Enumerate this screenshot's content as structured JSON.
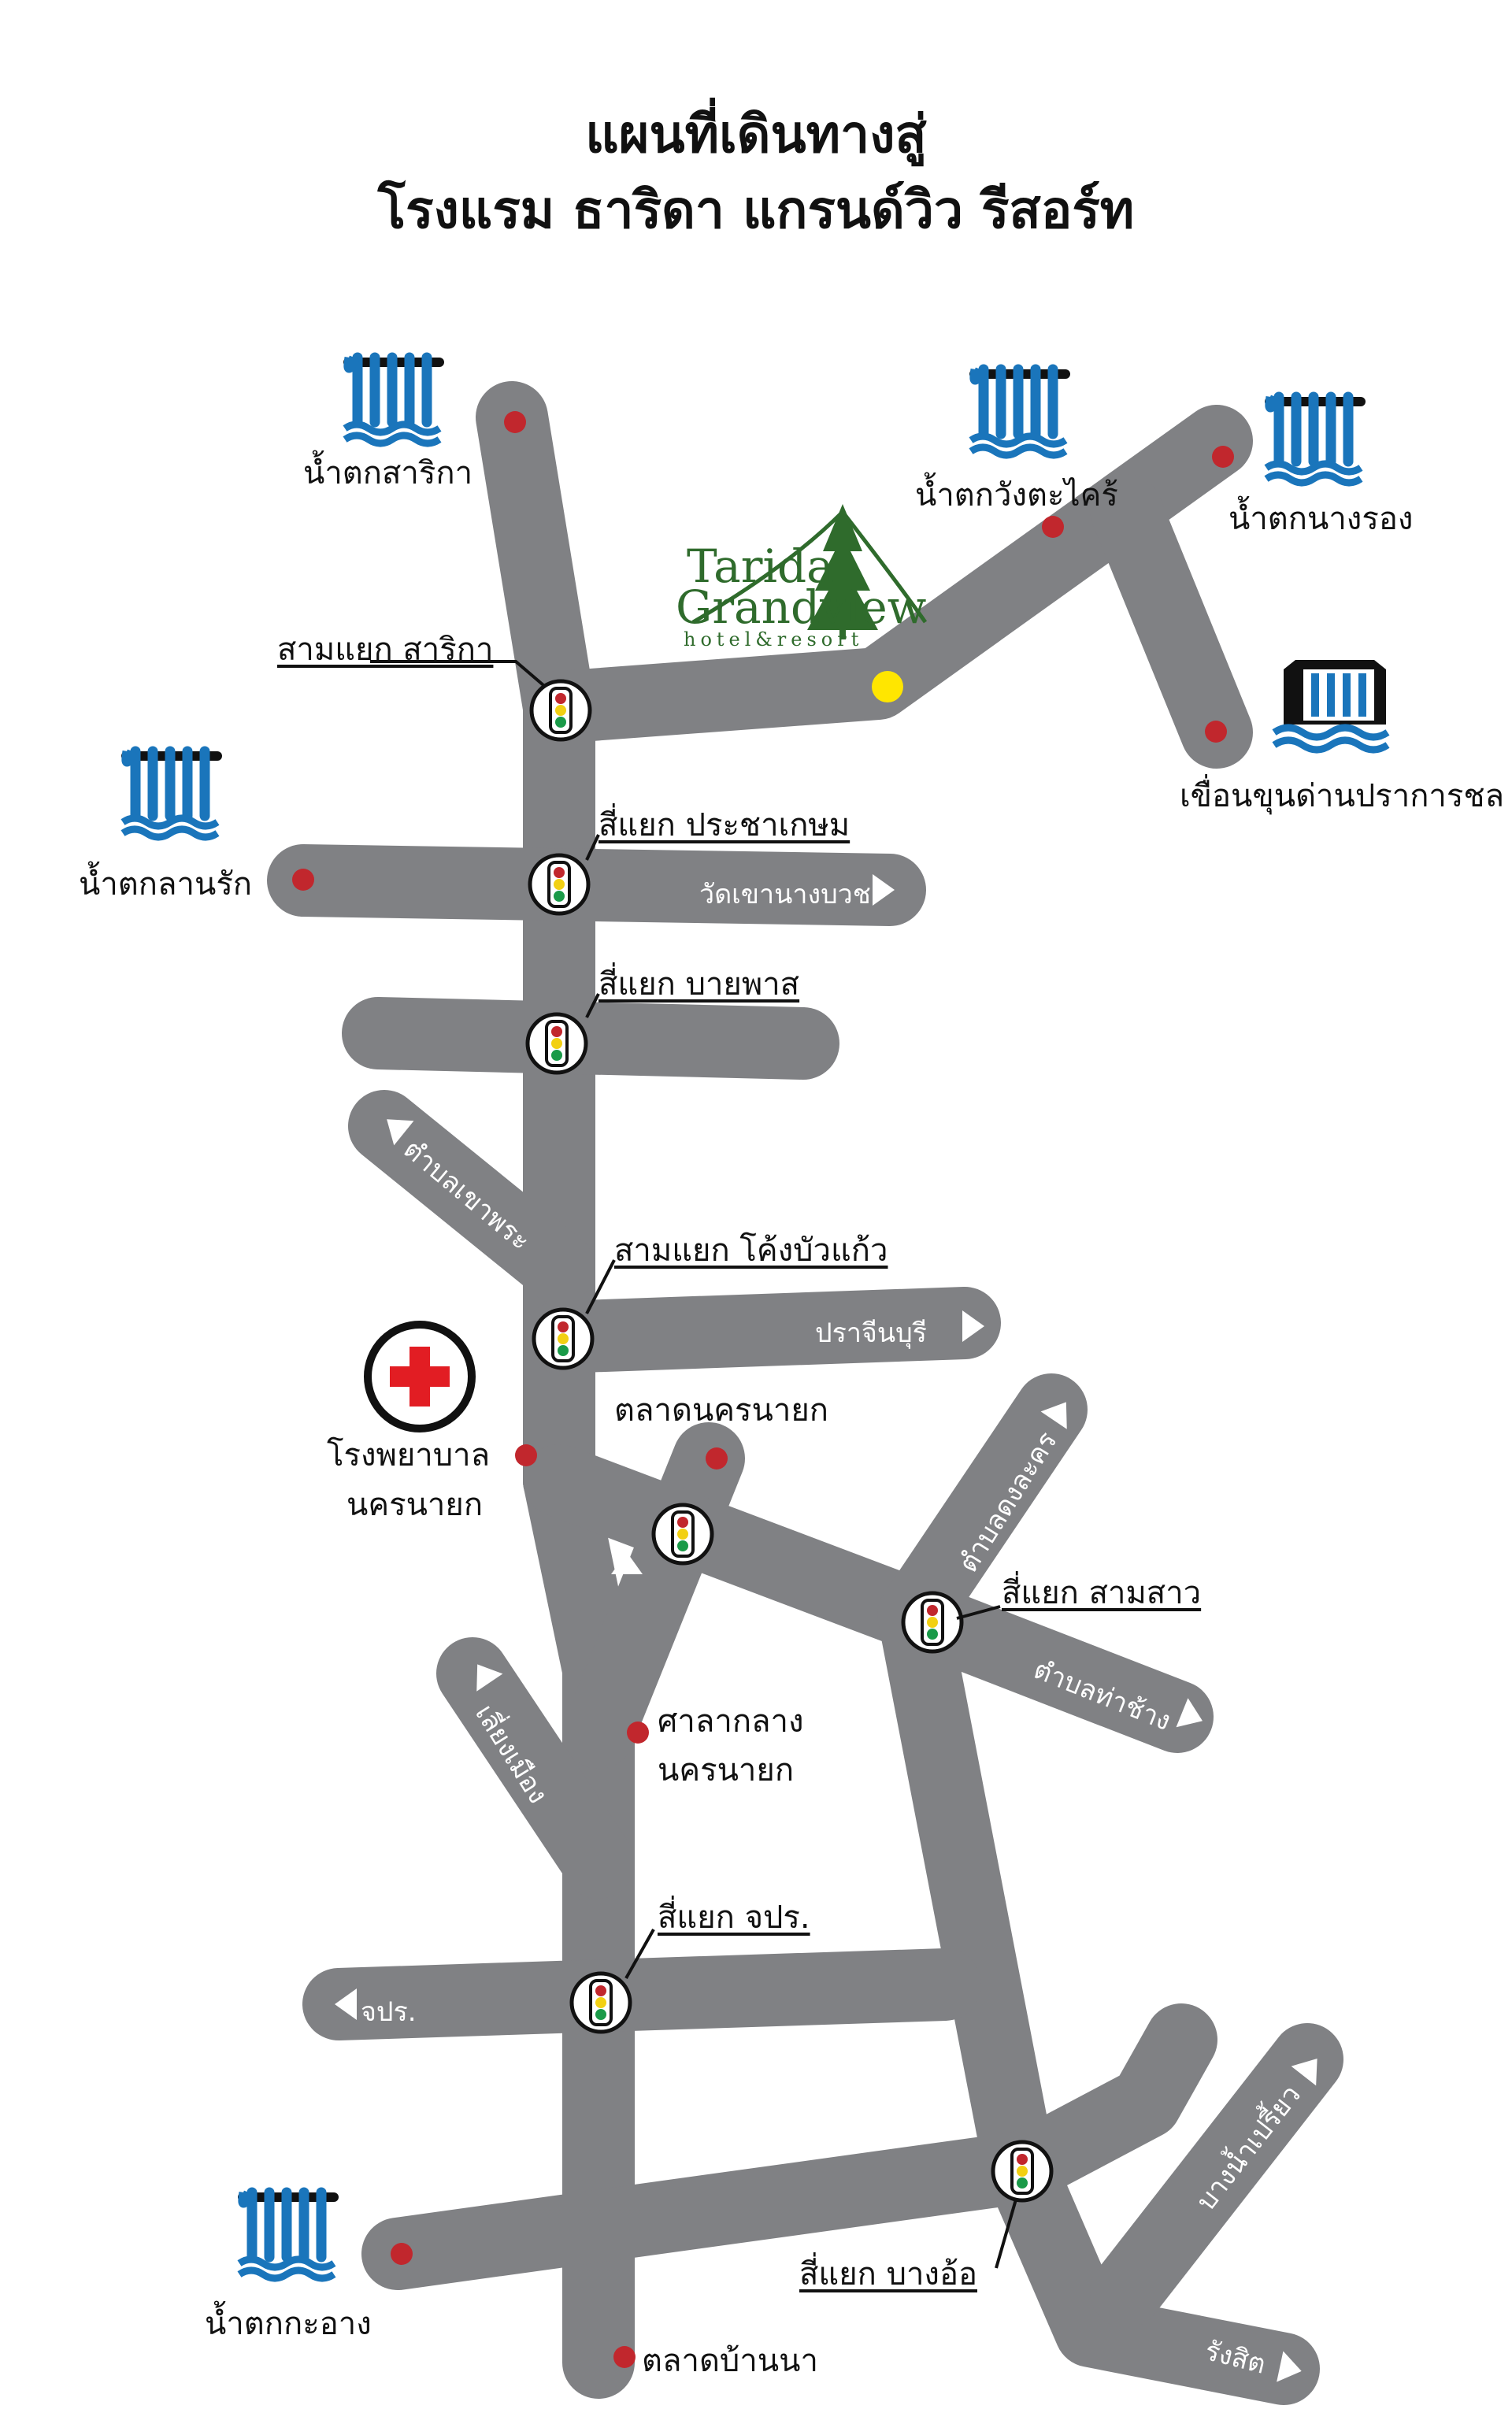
{
  "title": {
    "line1": "แผนที่เดินทางสู่",
    "line2": "โรงแรม ธาริดา แกรนด์วิว รีสอร์ท"
  },
  "logo": {
    "line1": "Tarida",
    "line2": "Grandview",
    "line3": "hotel&resort"
  },
  "places": {
    "saritaWaterfall": "น้ำตกสาริกา",
    "wangTakhraiWaterfall": "น้ำตกวังตะไคร้",
    "nangRongWaterfall": "น้ำตกนางรอง",
    "khunDanDam": "เขื่อนขุนด่านปราการชล",
    "lanRakWaterfall": "น้ำตกลานรัก",
    "hospitalLine1": "โรงพยาบาล",
    "hospitalLine2": "นครนายก",
    "nakhonNayokMarket": "ตลาดนครนายก",
    "cityHallLine1": "ศาลากลาง",
    "cityHallLine2": "นครนายก",
    "kaAngWaterfall": "น้ำตกกะอาง",
    "banNaMarket": "ตลาดบ้านนา"
  },
  "junctions": {
    "sarika": "สามแยก สาริกา",
    "prachakasem": "สี่แยก ประชาเกษม",
    "bypass": "สี่แยก บายพาส",
    "khongBuaKaeo": "สามแยก โค้งบัวแก้ว",
    "samSao": "สี่แยก สามสาว",
    "jor": "สี่แยก จปร.",
    "bangOr": "สี่แยก บางอ้อ"
  },
  "roads": {
    "watKhaoNangBuat": "วัดเขานางบวช",
    "tambonKhaoPhra": "ตำบลเขาพระ",
    "prachinburi": "ปราจีนบุรี",
    "tambonDongLakhon": "ตำบลดงละคร",
    "tambonThaChang": "ตำบลท่าช้าง",
    "liangMueang": "เลี่ยงเมือง",
    "jor": "จปร.",
    "bangNamPriao": "บางน้ำเปรี้ยว",
    "rangsit": "รังสิต"
  },
  "colors": {
    "road": "#808184",
    "marker": "#c1272d",
    "hotelMarker": "#ffe600",
    "waterfall": "#1a75bb",
    "hospitalCross": "#e21d23",
    "logoGreen": "#2f6b2c"
  },
  "icons": [
    "waterfall-icon",
    "dam-icon",
    "traffic-light-icon",
    "hospital-cross-icon",
    "hotel-marker",
    "location-marker",
    "arrow-icon"
  ]
}
